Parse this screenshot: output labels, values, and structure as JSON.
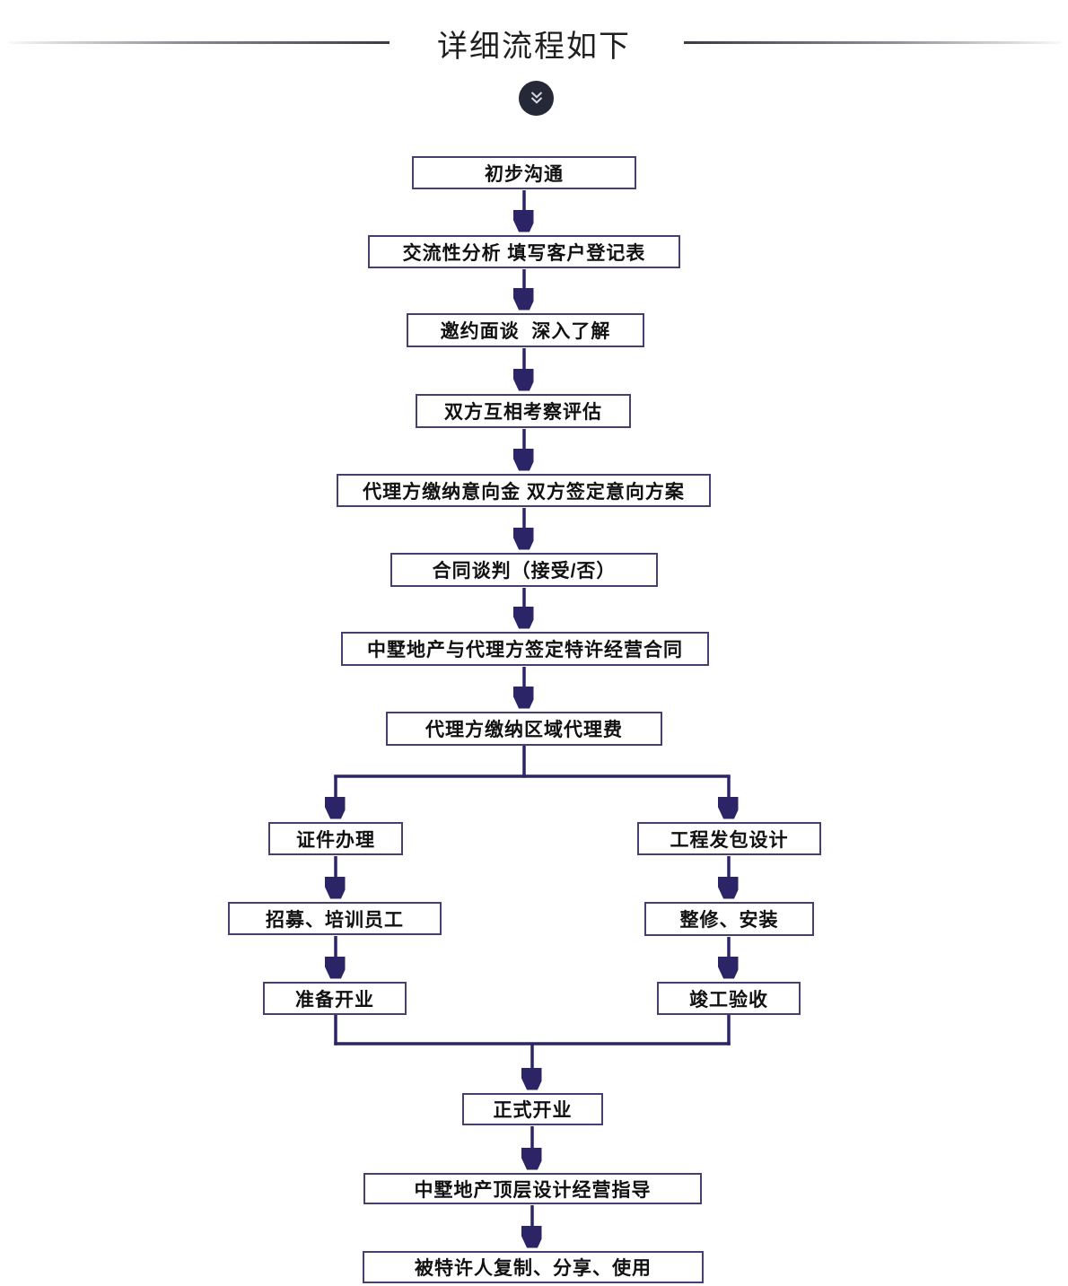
{
  "header": {
    "title": "详细流程如下"
  },
  "icons": {
    "scroll_badge": "double-chevron-down"
  },
  "colors": {
    "background": "#ffffff",
    "title_text": "#1f1f1f",
    "box_border": "#45406f",
    "box_text": "#111111",
    "connector": "#2b2568",
    "badge_background": "#252836",
    "badge_glyph": "#d9d9de"
  },
  "flowchart": {
    "main_sequence": [
      {
        "id": "n1",
        "label": "初步沟通"
      },
      {
        "id": "n2",
        "label": "交流性分析 填写客户登记表"
      },
      {
        "id": "n3",
        "label": "邀约面谈  深入了解"
      },
      {
        "id": "n4",
        "label": "双方互相考察评估"
      },
      {
        "id": "n5",
        "label": "代理方缴纳意向金 双方签定意向方案"
      },
      {
        "id": "n6",
        "label": "合同谈判（接受/否）"
      },
      {
        "id": "n7",
        "label": "中墅地产与代理方签定特许经营合同"
      },
      {
        "id": "n8",
        "label": "代理方缴纳区域代理费"
      }
    ],
    "left_branch": [
      {
        "id": "n9",
        "label": "证件办理"
      },
      {
        "id": "n10",
        "label": "招募、培训员工"
      },
      {
        "id": "n11",
        "label": "准备开业"
      }
    ],
    "right_branch": [
      {
        "id": "n12",
        "label": "工程发包设计"
      },
      {
        "id": "n13",
        "label": "整修、安装"
      },
      {
        "id": "n14",
        "label": "竣工验收"
      }
    ],
    "final_sequence": [
      {
        "id": "n15",
        "label": "正式开业"
      },
      {
        "id": "n16",
        "label": "中墅地产顶层设计经营指导"
      },
      {
        "id": "n17",
        "label": "被特许人复制、分享、使用"
      }
    ],
    "edges": [
      "n1>n2",
      "n2>n3",
      "n3>n4",
      "n4>n5",
      "n5>n6",
      "n6>n7",
      "n7>n8",
      "n8>n9",
      "n8>n12",
      "n9>n10",
      "n10>n11",
      "n12>n13",
      "n13>n14",
      "n11>n15",
      "n14>n15",
      "n15>n16",
      "n16>n17"
    ]
  }
}
